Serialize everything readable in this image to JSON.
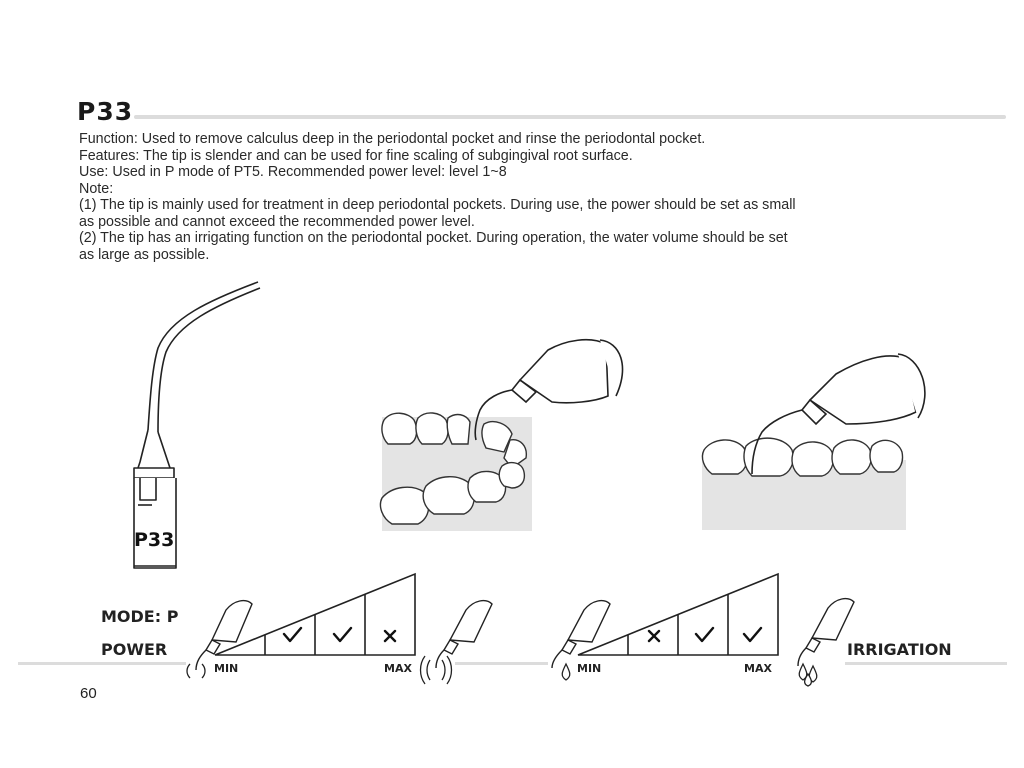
{
  "header": {
    "title": "P33"
  },
  "body": {
    "function": "Function: Used to remove calculus deep in the periodontal pocket and rinse the periodontal pocket.",
    "features": "Features: The tip is slender and can be used for fine scaling of subgingival root surface.",
    "use": "Use: Used in P mode of PT5. Recommended power level: level 1~8",
    "note": "Note:",
    "note1_line1": "(1) The tip is mainly used for treatment in deep periodontal pockets. During use, the power should be set as small",
    "note1_line2": "as possible and cannot exceed the recommended power level.",
    "note2_line1": "(2) The tip has an irrigating function on the periodontal pocket. During operation, the water volume should be set",
    "note2_line2": "as large as possible."
  },
  "tip_figure": {
    "label": "P33"
  },
  "power_panel": {
    "mode_label": "MODE: P",
    "power_label": "POWER",
    "min_label": "MIN",
    "max_label": "MAX",
    "marks": [
      "check",
      "check",
      "cross"
    ]
  },
  "irrigation_panel": {
    "irrigation_label": "IRRIGATION",
    "min_label": "MIN",
    "max_label": "MAX",
    "marks": [
      "cross",
      "check",
      "check"
    ]
  },
  "footer": {
    "page_number": "60"
  }
}
